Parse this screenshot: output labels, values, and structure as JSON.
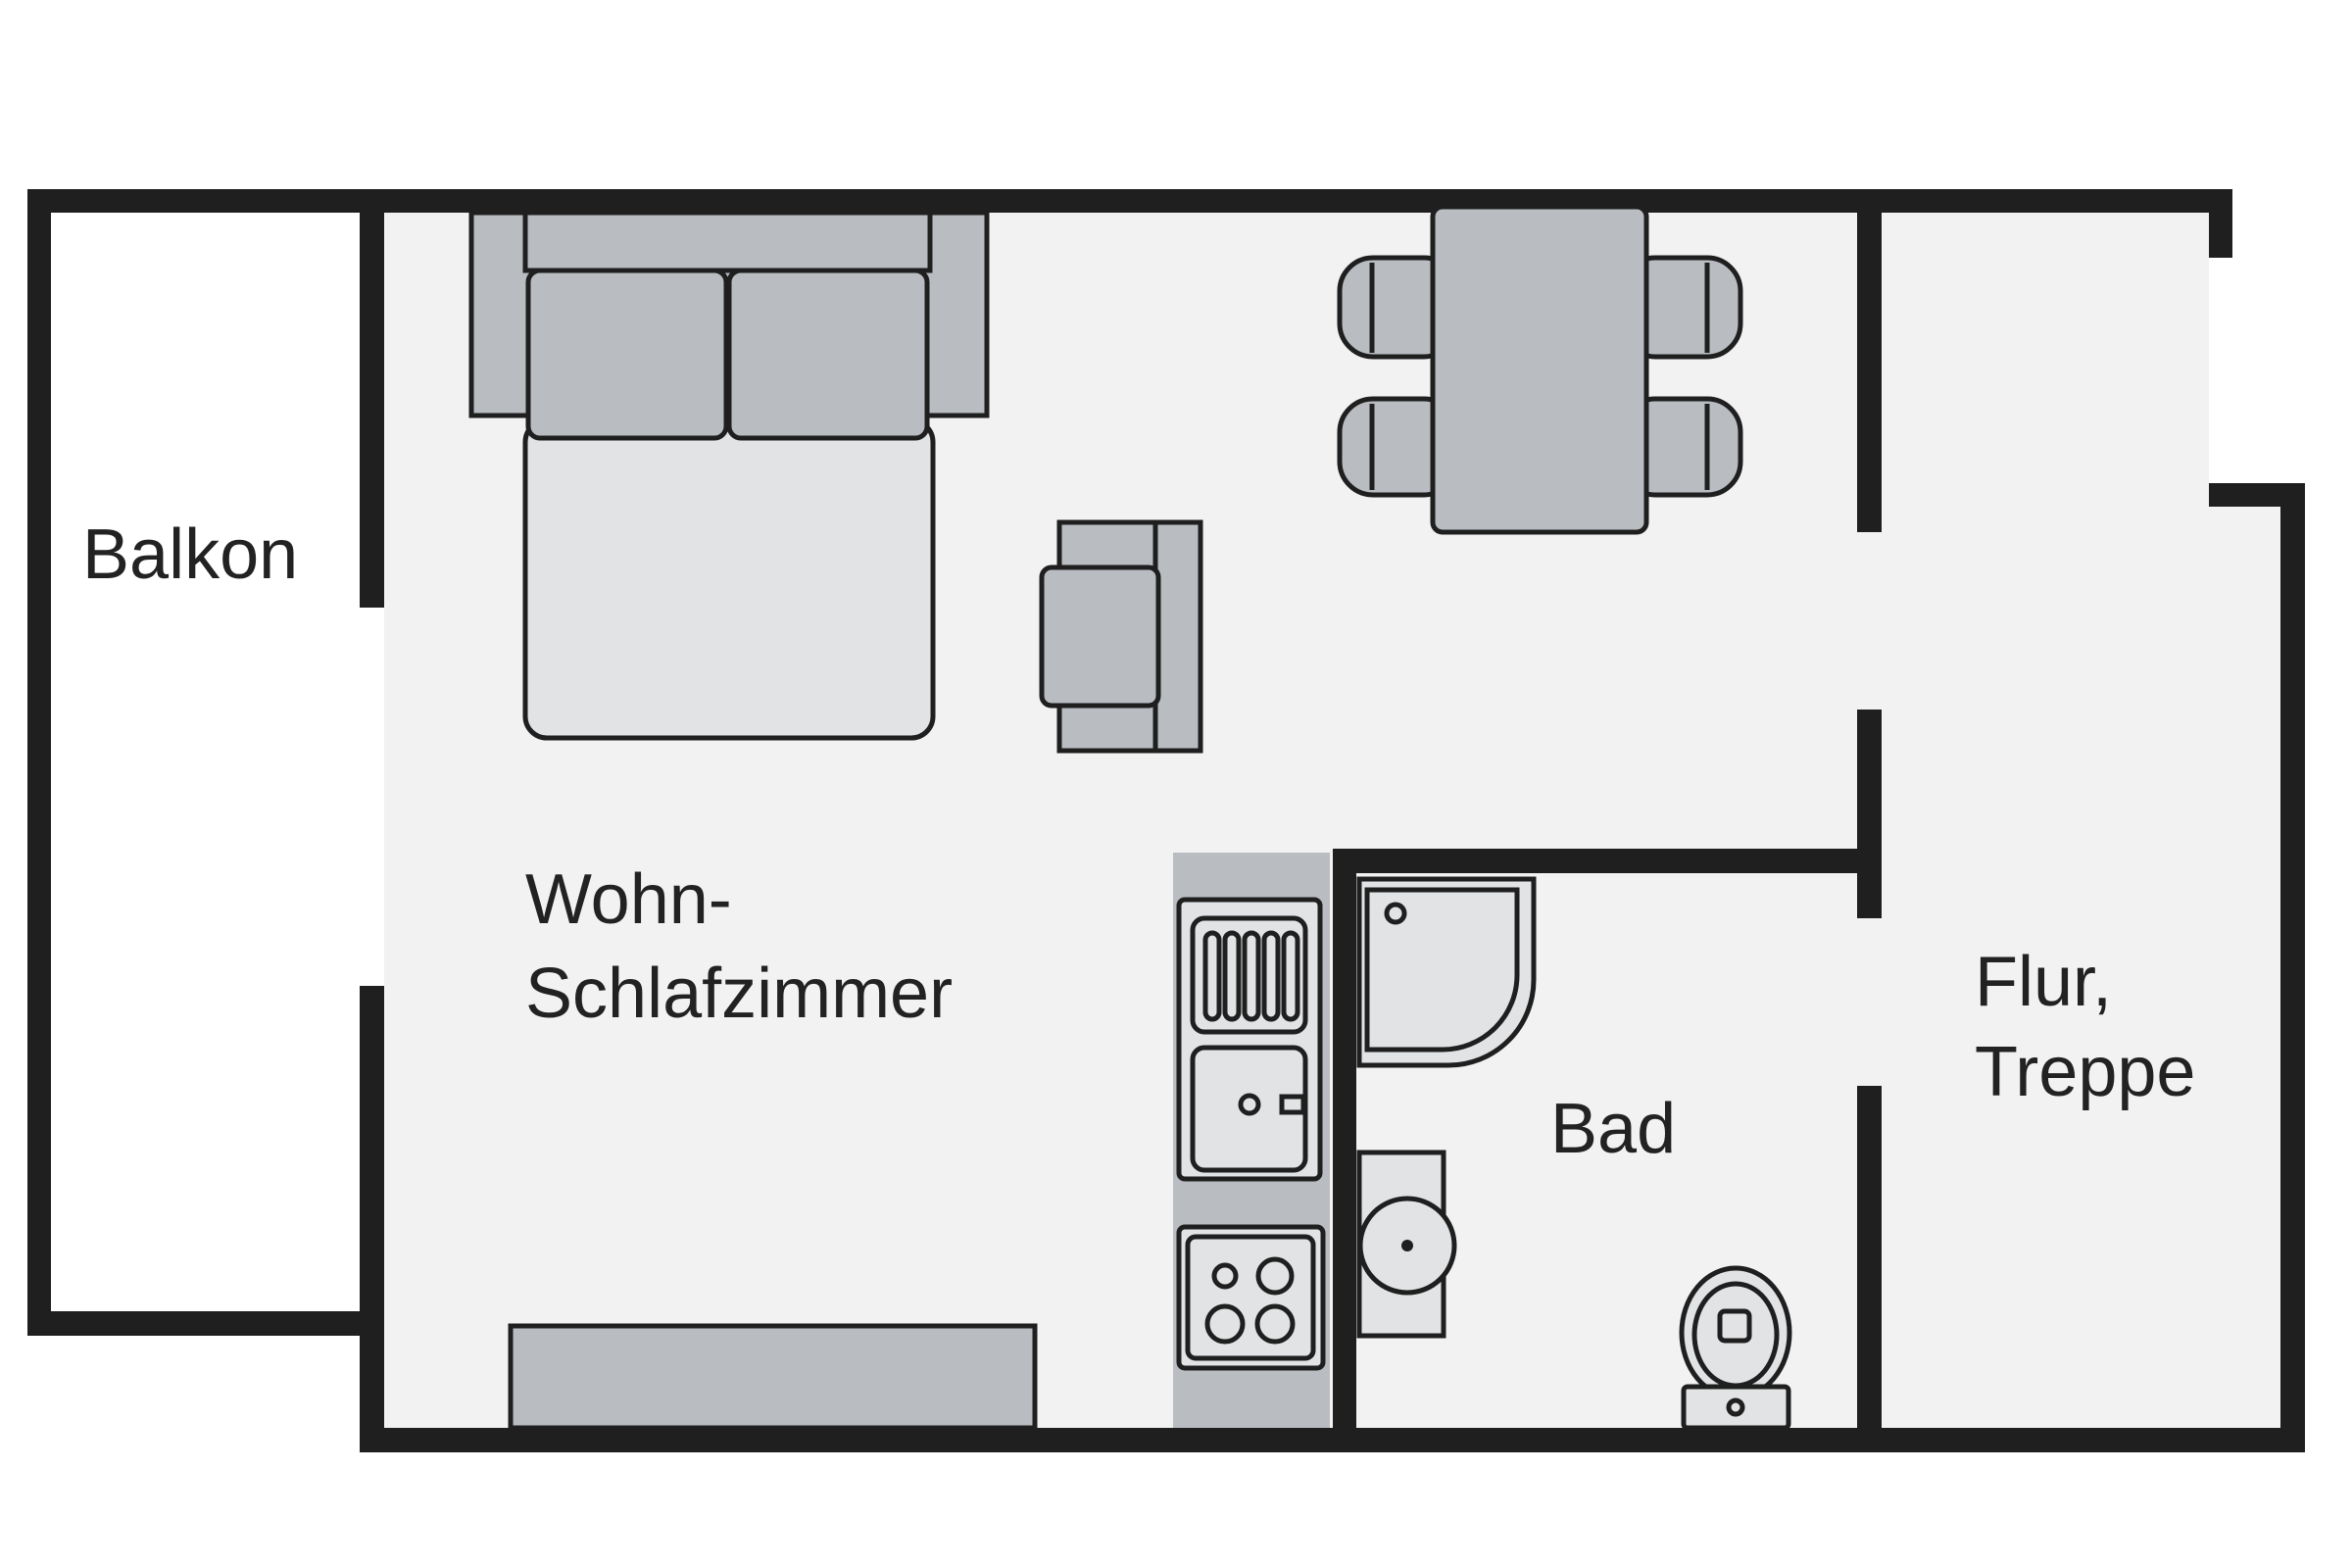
{
  "rooms": {
    "balcony": "Balkon",
    "living_line1": "Wohn-",
    "living_line2": "Schlafzimmer",
    "bath": "Bad",
    "hall_line1": "Flur,",
    "hall_line2": "Treppe"
  },
  "colors": {
    "wall": "#1f1f1f",
    "floor": "#f2f2f2",
    "furniture": "#b9bdc2",
    "fixture": "#e1e3e5"
  }
}
